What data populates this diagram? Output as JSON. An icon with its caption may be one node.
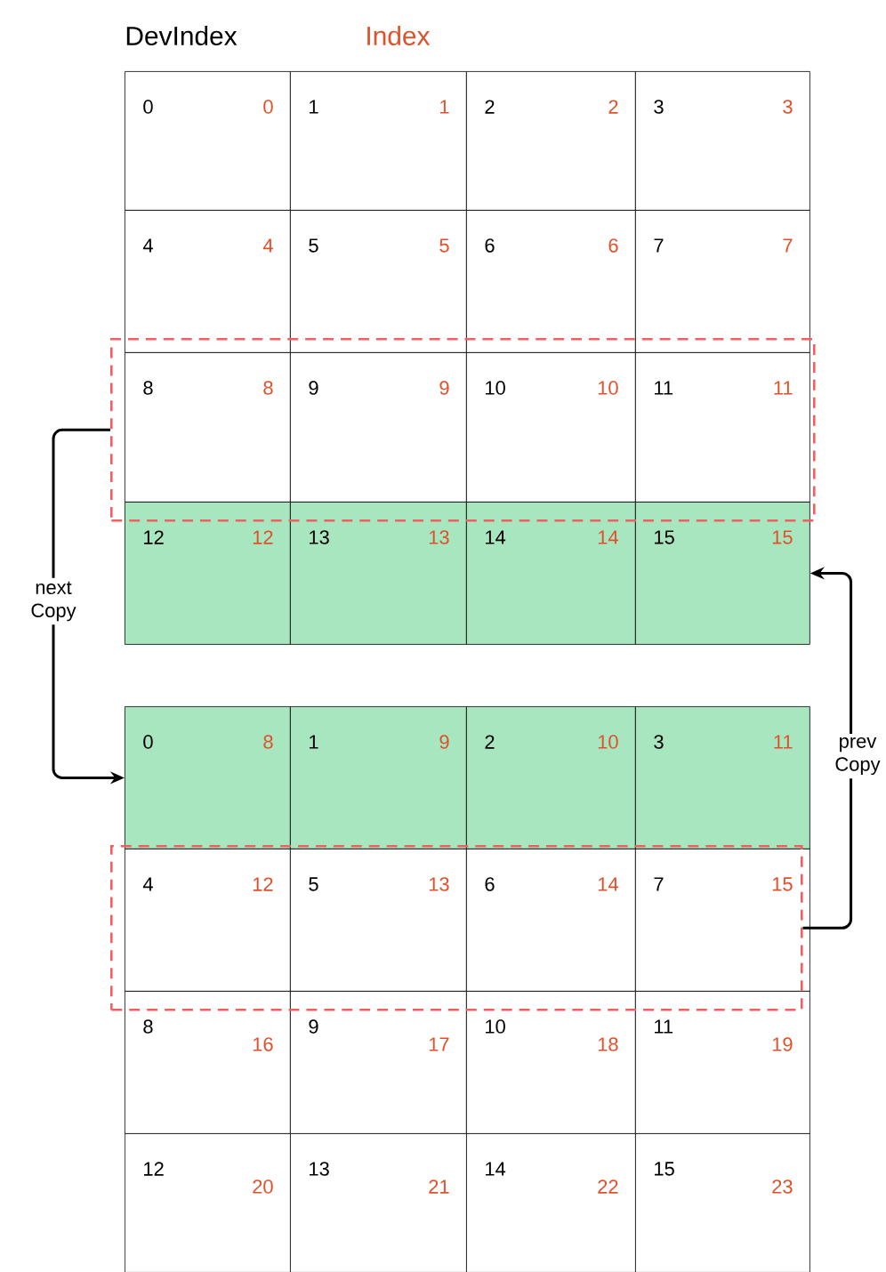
{
  "diagram": {
    "nodes": [
      {
        "text": [
          "0",
          "0"
        ]
      },
      {
        "text": [
          "1",
          "1"
        ]
      },
      {
        "text": [
          "2",
          "2"
        ]
      },
      {
        "text": [
          "3",
          "3"
        ]
      },
      {
        "text": [
          "4",
          "4"
        ]
      },
      {
        "text": [
          "5",
          "5"
        ]
      },
      {
        "text": [
          "6",
          "6"
        ]
      },
      {
        "text": [
          "7",
          "7"
        ]
      },
      {
        "text": [
          "8",
          "8"
        ],
        "in": 32
      },
      {
        "text": [
          "9",
          "9"
        ],
        "in": 32
      },
      {
        "text": [
          "10",
          "10"
        ],
        "in": 32
      },
      {
        "text": [
          "11",
          "11"
        ],
        "in": 32
      },
      {
        "text": [
          "12",
          "12"
        ]
      },
      {
        "text": [
          "13",
          "13"
        ]
      },
      {
        "text": [
          "14",
          "14"
        ]
      },
      {
        "text": [
          "15",
          "15"
        ]
      },
      {
        "text": [
          "0",
          "8"
        ]
      },
      {
        "text": [
          "1",
          "9"
        ]
      },
      {
        "text": [
          "2",
          "10"
        ]
      },
      {
        "text": [
          "3",
          "11"
        ]
      },
      {
        "text": [
          "4",
          "12"
        ],
        "in": 33
      },
      {
        "text": [
          "5",
          "13"
        ],
        "in": 33
      },
      {
        "text": [
          "6",
          "14"
        ],
        "in": 33
      },
      {
        "text": [
          "7",
          "15"
        ],
        "in": 33
      },
      {
        "text": [
          "8",
          "16"
        ]
      },
      {
        "text": [
          "9",
          "17"
        ]
      },
      {
        "text": [
          "10",
          "18"
        ]
      },
      {
        "text": [
          "11",
          "19"
        ]
      },
      {
        "text": [
          "12",
          "20"
        ]
      },
      {
        "text": [
          "13",
          "21"
        ]
      },
      {
        "text": [
          "14",
          "22"
        ]
      },
      {
        "text": [
          "15",
          "23"
        ]
      },
      {
        "text": [],
        "shape": "box"
      },
      {
        "text": [],
        "shape": "box"
      }
    ],
    "edges": [
      {
        "from": 32,
        "to": 16,
        "arrow": "to",
        "label": "next Copy"
      },
      {
        "from": 33,
        "to": 15,
        "arrow": "to",
        "label": "prev Copy"
      }
    ],
    "labels": [
      "DevIndex",
      "Index"
    ]
  }
}
